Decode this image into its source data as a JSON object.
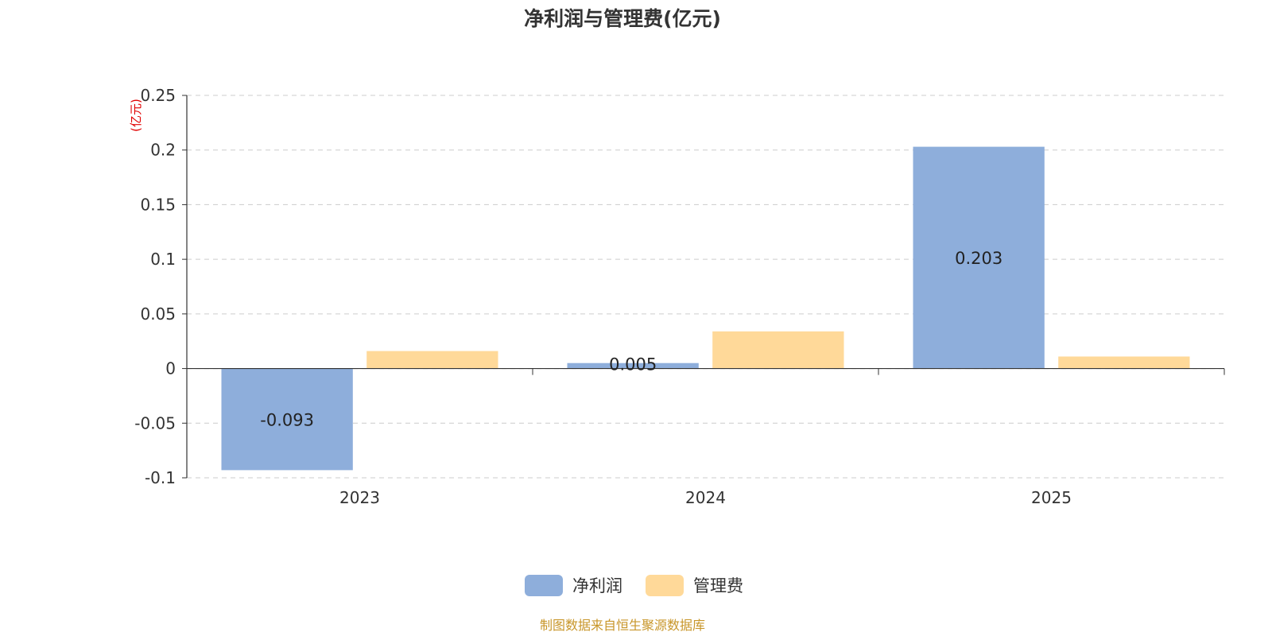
{
  "colors": {
    "net_profit": "#8eaedb",
    "admin_expense": "#ffd999",
    "grid": "#cccccc",
    "axis": "#333333",
    "unit": "#e00000",
    "footer": "#c8962a"
  },
  "chart_data": {
    "type": "bar",
    "title": "净利润与管理费(亿元)",
    "unit_label": "(亿元)",
    "categories": [
      "2023",
      "2024",
      "2025"
    ],
    "series": [
      {
        "name": "净利润",
        "values": [
          -0.093,
          0.005,
          0.203
        ],
        "data_labels": [
          "-0.093",
          "0.005",
          "0.203"
        ]
      },
      {
        "name": "管理费",
        "values": [
          0.016,
          0.034,
          0.011
        ],
        "data_labels": [
          "",
          "",
          ""
        ]
      }
    ],
    "ylim": [
      -0.1,
      0.25
    ],
    "yticks": [
      0.25,
      0.2,
      0.15,
      0.1,
      0.05,
      0,
      -0.05,
      -0.1
    ],
    "ytick_labels": [
      "0.25",
      "0.2",
      "0.15",
      "0.1",
      "0.05",
      "0",
      "-0.05",
      "-0.1"
    ],
    "grid": true,
    "legend_position": "bottom-center"
  },
  "footer": "制图数据来自恒生聚源数据库"
}
